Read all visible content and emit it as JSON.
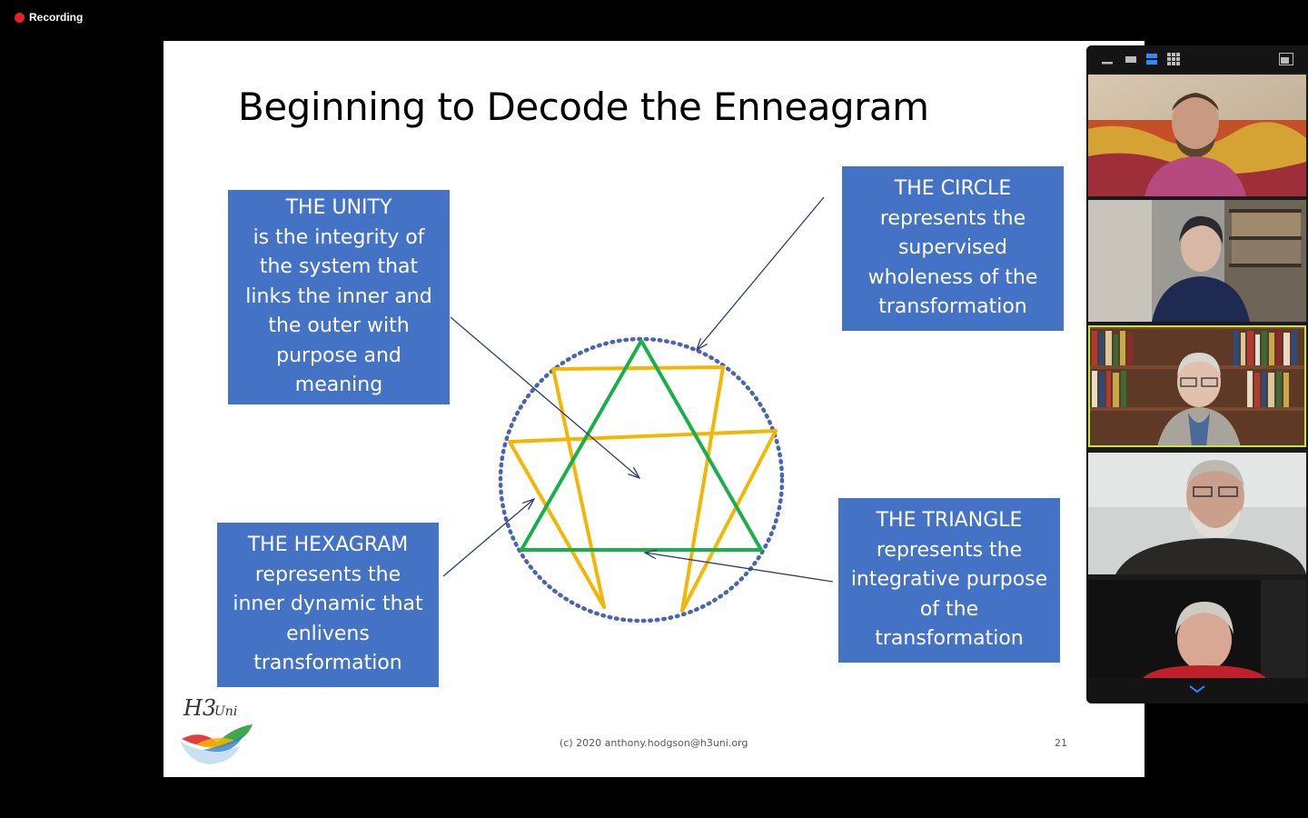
{
  "recording": {
    "label": "Recording",
    "color": "#e8202a"
  },
  "slide": {
    "title": "Beginning to Decode the Enneagram",
    "boxes": {
      "unity": [
        "THE UNITY",
        "is the integrity of",
        "the system that",
        "links the inner and",
        "the outer with",
        "purpose and",
        "meaning"
      ],
      "circle": [
        "THE CIRCLE",
        "represents the",
        "supervised",
        "wholeness of the",
        "transformation"
      ],
      "hexagram": [
        "THE HEXAGRAM",
        "represents the",
        "inner dynamic that",
        "enlivens",
        "transformation"
      ],
      "triangle": [
        "THE TRIANGLE",
        "represents the",
        "integrative purpose",
        "of the",
        "transformation"
      ]
    },
    "footer": "(c) 2020 anthony.hodgson@h3uni.org",
    "page_number": "21",
    "logo_text": "H3 Uni",
    "colors": {
      "box": "#4472c4",
      "circle": "#4a64b4",
      "triangle": "#18b04a",
      "hexagram": "#f2b705",
      "arrow": "#2f3f6e"
    }
  },
  "gallery": {
    "toolbar_icons": [
      "minimize-icon",
      "hide-video-icon",
      "speaker-view-icon",
      "gallery-view-icon",
      "pop-out-icon"
    ],
    "participants": [
      {
        "name": "participant-1",
        "active": false
      },
      {
        "name": "participant-2",
        "active": false
      },
      {
        "name": "participant-3",
        "active": true
      },
      {
        "name": "participant-4",
        "active": false
      },
      {
        "name": "participant-5",
        "active": false
      }
    ],
    "scroll_icon": "chevron-down-icon"
  }
}
